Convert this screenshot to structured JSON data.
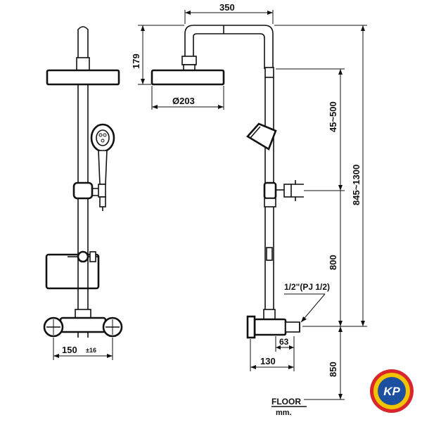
{
  "dimensions": {
    "top_width": "350",
    "head_height": "179",
    "head_diameter": "Ø203",
    "rise_upper": "45~500",
    "overall_adjust": "845~1300",
    "mixer_height": "800",
    "inlet_thread": "1/2\"(PJ 1/2)",
    "inlet_offset": "63",
    "projection": "130",
    "floor_height": "850",
    "front_width": "150",
    "front_tolerance": "±16"
  },
  "labels": {
    "floor": "FLOOR",
    "units": "mm."
  },
  "logo": {
    "text": "KP",
    "colors": {
      "outer": "#d9262c",
      "ring": "#f2c400",
      "inner": "#1d4fa0"
    }
  }
}
